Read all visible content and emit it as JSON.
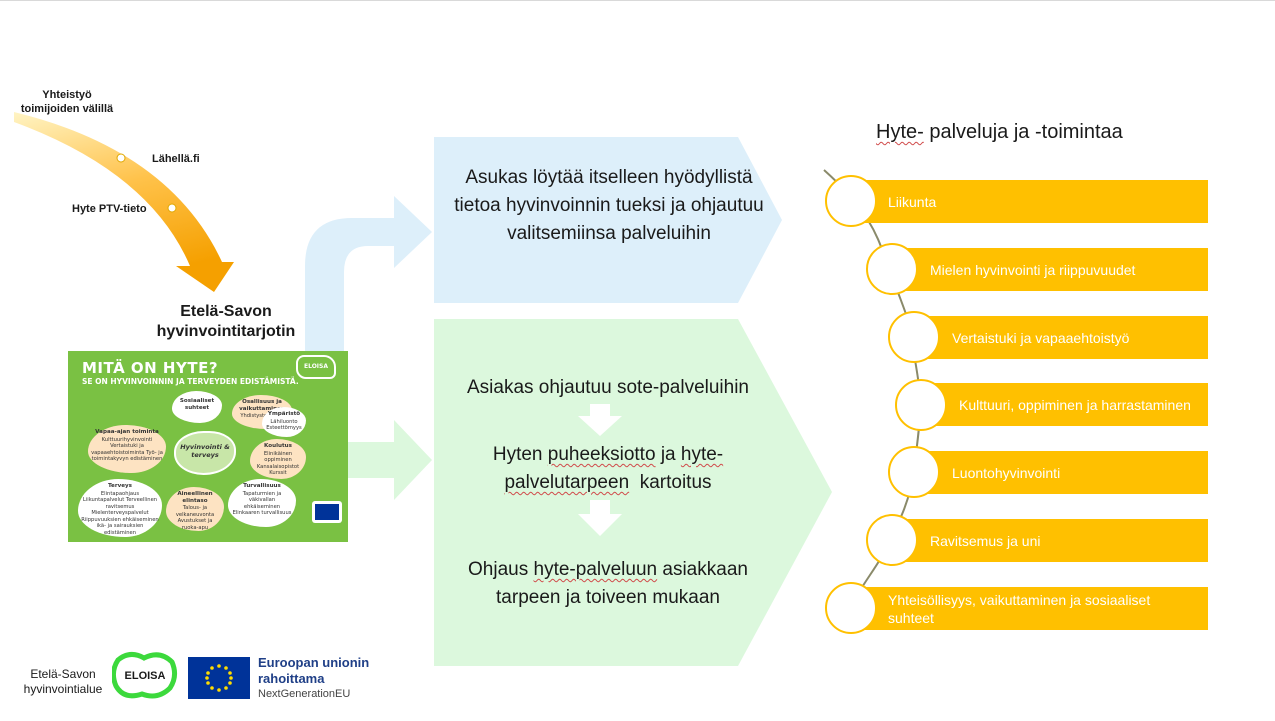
{
  "channels": {
    "cooperation": "Yhteistyö toimijoiden välillä",
    "lahella": "Lähellä.fi",
    "ptv": "Hyte PTV-tieto"
  },
  "platform": "Etelä-Savon hyvinvointitarjotin",
  "poster": {
    "title": "MITÄ ON HYTE?",
    "subtitle": "SE ON HYVINVOINNIN JA TERVEYDEN EDISTÄMISTÄ.",
    "logo": "ELOISA",
    "center": "Hyvinvointi & terveys",
    "topics": [
      {
        "title": "Sosiaaliset suhteet",
        "text": ""
      },
      {
        "title": "Osallisuus ja vaikuttaminen",
        "text": "Yhdistystoiminta"
      },
      {
        "title": "Ympäristö",
        "text": "Lähiluonto Esteettömyys"
      },
      {
        "title": "Vapaa-ajan toiminta",
        "text": "Kulttuurihyvinvointi Vertaistuki ja vapaaehtoistoiminta Työ- ja toimintakyvyn edistäminen"
      },
      {
        "title": "Koulutus",
        "text": "Elinikäinen oppiminen Kansalaisopistot Kurssit"
      },
      {
        "title": "Terveys",
        "text": "Elintapaohjaus Liikuntapalvelut Terveellinen ravitsemus Mielenterveyspalvelut Riippuvuuksien ehkäiseminen ikä- ja sairauksien edistäminen"
      },
      {
        "title": "Aineellinen elintaso",
        "text": "Talous- ja velkaneuvonta Avustukset ja ruoka-apu"
      },
      {
        "title": "Turvallisuus",
        "text": "Tapaturmien ja väkivallan ehkäiseminen Elinkaaren turvallisuus"
      }
    ]
  },
  "boxes": {
    "blue": "Asukas löytää itselleen hyödyllistä tietoa hyvinvoinnin tueksi ja ohjautuu valitsemiinsa palveluihin",
    "green_1": "Asiakas ohjautuu sote-palveluihin",
    "green_2a": "Hyten",
    "green_2b": "puheeksiotto",
    "green_2c": "ja",
    "green_2d": "hyte-",
    "green_2e": "palvelutarpeen",
    "green_2f": "kartoitus",
    "green_3a": "Ohjaus",
    "green_3b": "hyte-palveluun",
    "green_3c": "asiakkaan tarpeen ja toiveen mukaan"
  },
  "services": {
    "title_a": "Hyte-",
    "title_b": "palveluja ja -toimintaa",
    "items": [
      "Liikunta",
      "Mielen hyvinvointi ja riippuvuudet",
      "Vertaistuki ja vapaaehtoistyö",
      "Kulttuuri, oppiminen ja harrastaminen",
      "Luontohyvinvointi",
      "Ravitsemus ja uni",
      "Yhteisöllisyys, vaikuttaminen ja sosiaaliset suhteet"
    ]
  },
  "footer": {
    "region": "Etelä-Savon hyvinvointialue",
    "eloisa": "ELOISA",
    "eu_line1": "Euroopan unionin",
    "eu_line2": "rahoittama",
    "eu_line3": "NextGenerationEU"
  },
  "colors": {
    "yellow": "#ffc000",
    "light_blue": "#ddeffa",
    "light_green": "#dcf8dd",
    "poster_green": "#7ac143",
    "eu_blue": "#003399",
    "eloisa_green": "#3cd93c"
  }
}
